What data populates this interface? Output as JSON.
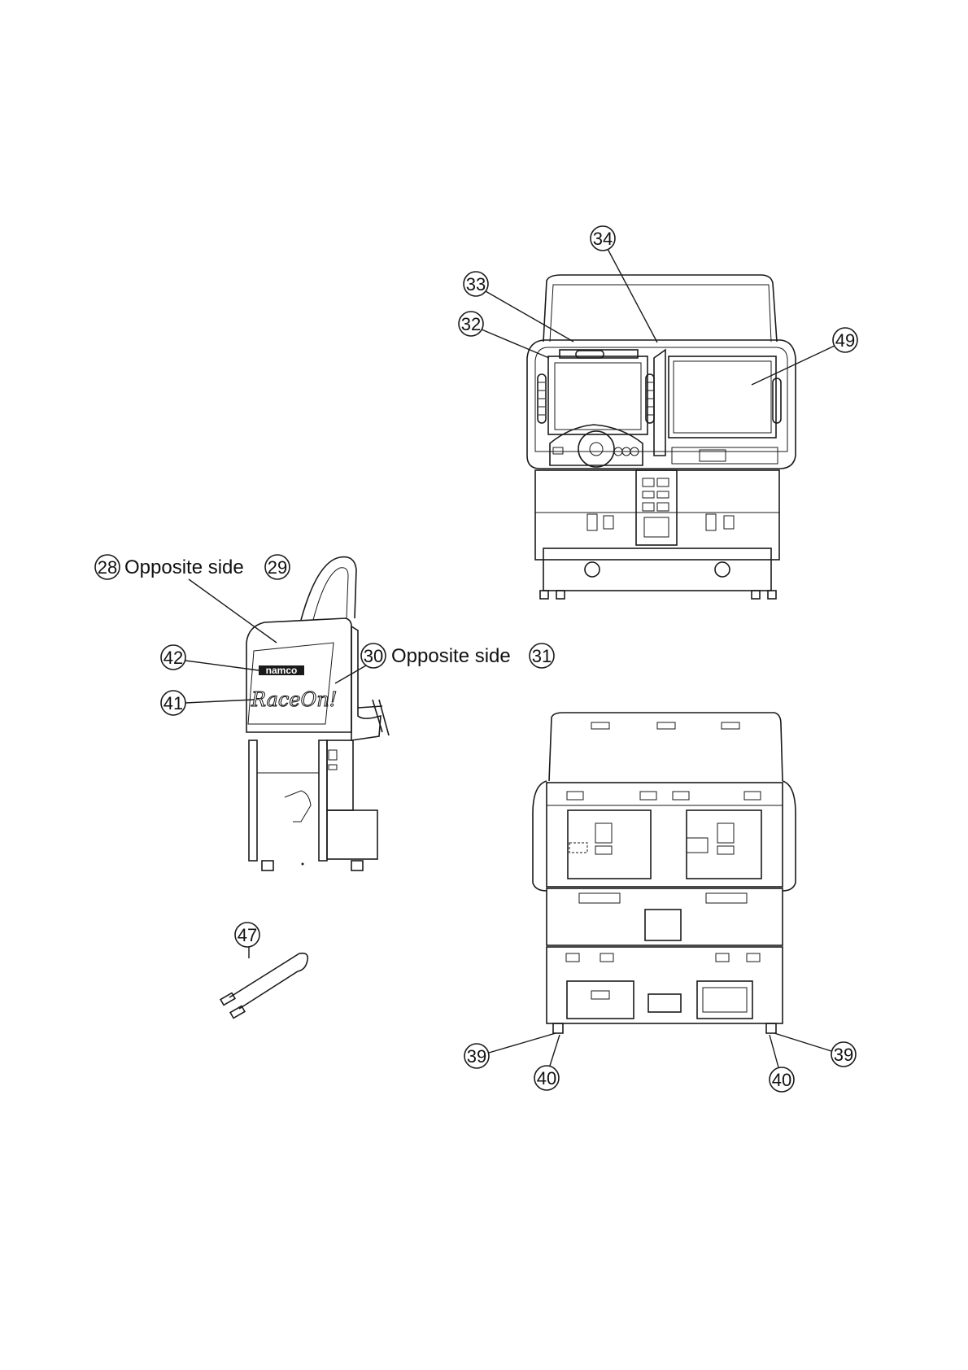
{
  "callouts": {
    "c28": "28",
    "c29": "29",
    "c30": "30",
    "c31": "31",
    "c32": "32",
    "c33": "33",
    "c34": "34",
    "c49": "49",
    "c42": "42",
    "c41": "41",
    "c47": "47",
    "c39a": "39",
    "c39b": "39",
    "c40a": "40",
    "c40b": "40"
  },
  "labels": {
    "opposite_side_1": "Opposite side",
    "opposite_side_2": "Opposite side"
  },
  "cabinet_decals": {
    "brand_logo": "namco",
    "game_logo": "RaceOn!"
  }
}
